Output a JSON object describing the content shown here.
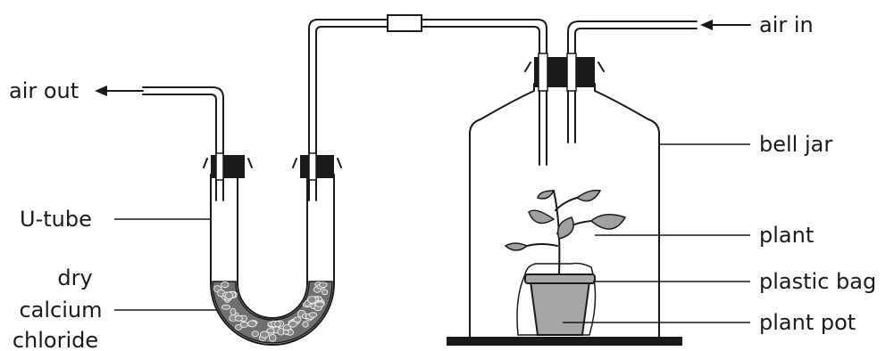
{
  "labels": {
    "air_in": "air in",
    "air_out": "air out",
    "bell_jar": "bell jar",
    "u_tube": "U-tube",
    "dry": "dry",
    "calcium": "calcium",
    "chloride": "chloride",
    "plant": "plant",
    "plastic_bag": "plastic bag",
    "plant_pot": "plant pot"
  },
  "colors": {
    "ink": "#1a1a1a",
    "leaf": "#a0a0a0",
    "pot": "#a6a6a6",
    "granule": "#8c8c8c"
  }
}
